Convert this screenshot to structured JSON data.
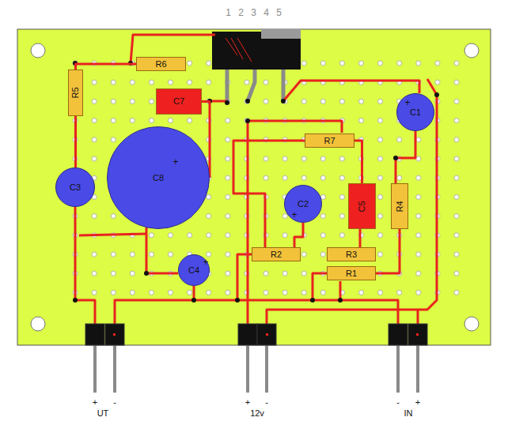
{
  "diagram": {
    "nodes": [
      {
        "text": [
          "R6"
        ]
      },
      {
        "text": [
          "R5"
        ]
      },
      {
        "text": [
          "C7"
        ]
      },
      {
        "text": [
          "C1",
          "+"
        ]
      },
      {
        "text": [
          "R7"
        ]
      },
      {
        "text": [
          "C8",
          "+"
        ]
      },
      {
        "text": [
          "C3"
        ]
      },
      {
        "text": [
          "C2",
          "+"
        ]
      },
      {
        "text": [
          "C5"
        ]
      },
      {
        "text": [
          "R4"
        ]
      },
      {
        "text": [
          "R2"
        ]
      },
      {
        "text": [
          "R3"
        ]
      },
      {
        "text": [
          "C4",
          "+"
        ]
      },
      {
        "text": [
          "R1"
        ]
      }
    ],
    "edges": [
      {
        "from": 0,
        "to": 1,
        "arrow": "none"
      },
      {
        "from": 1,
        "to": 6,
        "arrow": "none"
      },
      {
        "from": 2,
        "to": 5,
        "arrow": "none"
      },
      {
        "from": 4,
        "to": 8,
        "arrow": "none"
      }
    ],
    "labels": [
      "1 2 3 4 5",
      "+",
      "-",
      "UT",
      "+",
      "-",
      "12v",
      "-",
      "+",
      "IN"
    ]
  }
}
